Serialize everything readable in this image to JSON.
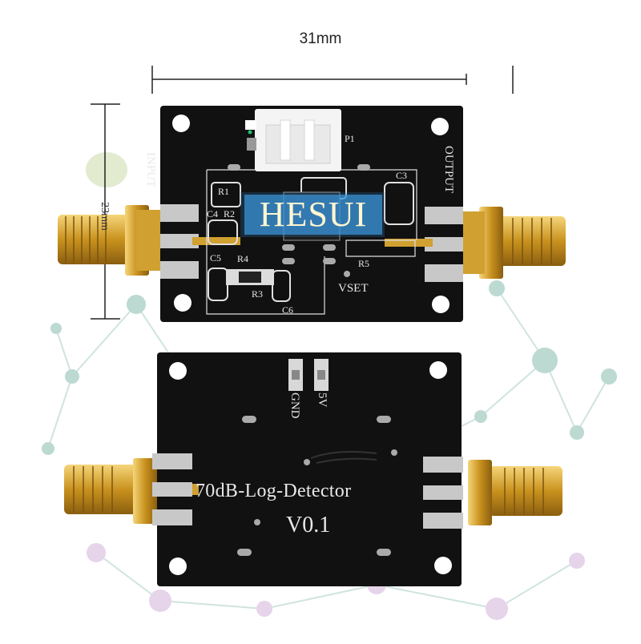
{
  "dimensions": {
    "width_label": "31mm",
    "height_label": "23mm"
  },
  "top_board": {
    "silkscreen": {
      "input": "INPUT",
      "output": "OUTPUT",
      "vset": "VSET",
      "p1": "P1",
      "r1": "R1",
      "r2": "R2",
      "c4": "C4",
      "c5": "C5",
      "r4": "R4",
      "r3": "R3",
      "r5": "R5",
      "c3": "C3",
      "c6": "C6"
    },
    "watermark": "HESUI"
  },
  "bottom_board": {
    "silkscreen": {
      "gnd": "GND",
      "v5": "5V",
      "title": "70dB-Log-Detector",
      "version": "V0.1"
    }
  },
  "colors": {
    "pcb": "#111111",
    "silk": "#e8e8e8",
    "gold": "#d4a22a",
    "pad": "#c8c8c8",
    "watermark_bg": "#3c96dc",
    "network_line": "#cfe4e0",
    "network_node": "#bcd9d2"
  }
}
